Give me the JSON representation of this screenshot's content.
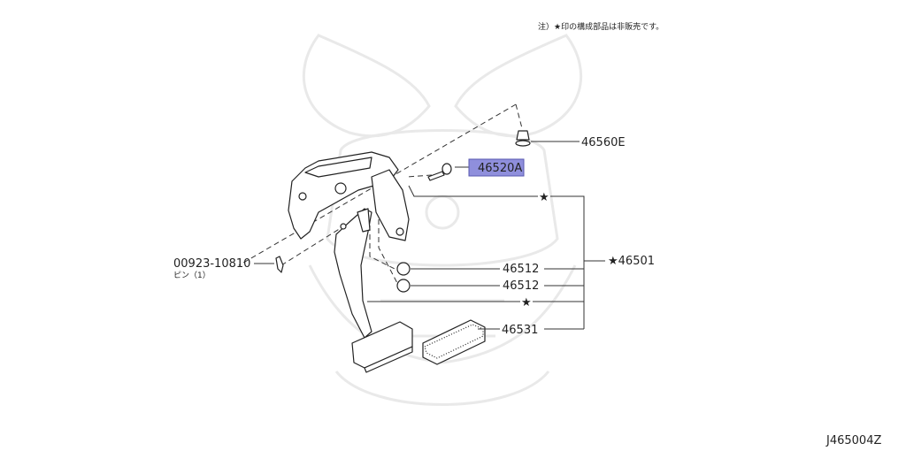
{
  "note": "注）★印の構成部品は非販売です。",
  "figure_id": "J465004Z",
  "highlight_color": "#8f8fdc",
  "callouts": {
    "bolt_top": "46560E",
    "bolt_pivot": "46520A",
    "assembly": "★46501",
    "star_upper": "★",
    "bushing_1": "46512",
    "bushing_2": "46512",
    "star_lower": "★",
    "pad": "46531",
    "pin_code": "00923-10810",
    "pin_name": "ピン（1）"
  }
}
